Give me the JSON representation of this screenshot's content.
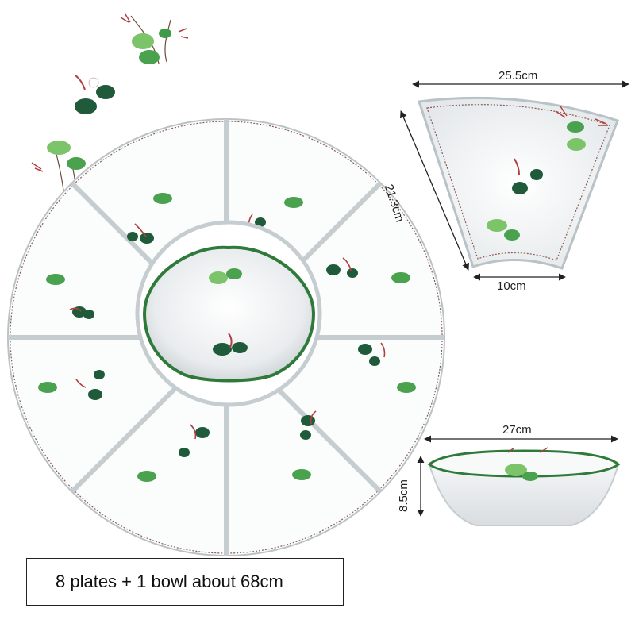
{
  "product": {
    "caption": "8 plates + 1 bowl about 68cm"
  },
  "dimensions": {
    "plate_top_width": "25.5cm",
    "plate_side_length": "21.3cm",
    "plate_bottom_width": "10cm",
    "bowl_width": "27cm",
    "bowl_height": "8.5cm"
  },
  "colors": {
    "porcelain": "#f7f8f8",
    "rim_brown": "#8a5a55",
    "leaf_green": "#3f9a4a",
    "leaf_dark": "#1f5a3a",
    "shrimp_red": "#b04040"
  }
}
